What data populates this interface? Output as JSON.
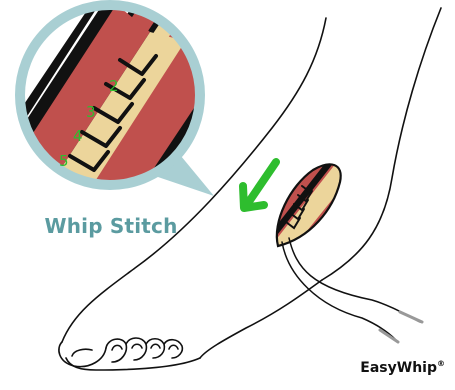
{
  "caption": "Whip Stitch",
  "brand": {
    "name": "EasyWhip",
    "mark": "®"
  },
  "stitch_numbers": [
    "2",
    "3",
    "4",
    "5"
  ],
  "colors": {
    "tissue": "#c0504d",
    "tendon": "#ecd59b",
    "magnifier_rim": "#a9cfd3",
    "arrow": "#2ebd2e",
    "number": "#2ebd2e",
    "caption": "#5b9ba0",
    "stitch": "#111111"
  },
  "icons": [
    "arrow-down-left-icon"
  ]
}
